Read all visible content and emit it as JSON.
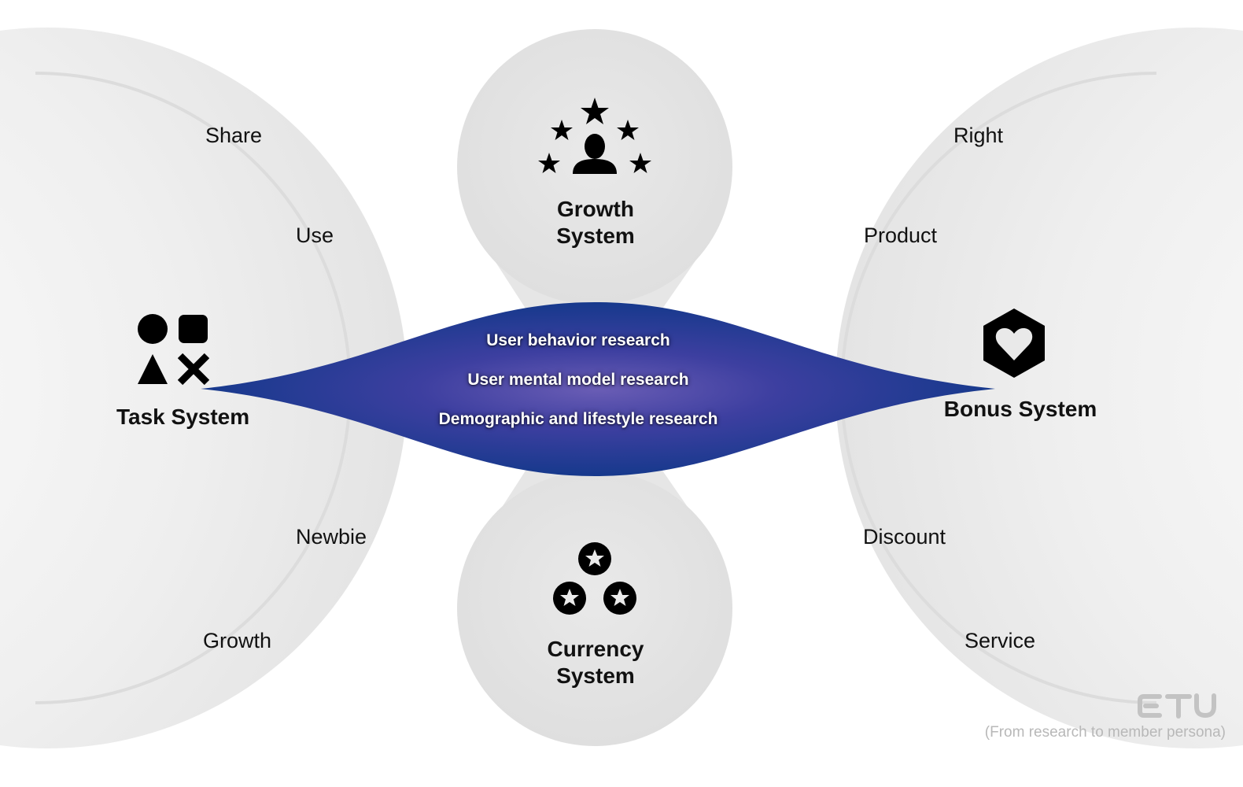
{
  "diagram": {
    "center": {
      "items": [
        "User behavior research",
        "User mental model research",
        "Demographic and lifestyle research"
      ],
      "color": "#1e3a8f"
    },
    "left_system": {
      "title": "Task System",
      "icon": "shapes-icon",
      "spokes": [
        "Share",
        "Use",
        "Newbie",
        "Growth"
      ]
    },
    "right_system": {
      "title": "Bonus System",
      "icon": "hexagon-heart-icon",
      "spokes": [
        "Right",
        "Product",
        "Discount",
        "Service"
      ]
    },
    "top_system": {
      "title_line1": "Growth",
      "title_line2": "System",
      "icon": "person-stars-icon"
    },
    "bottom_system": {
      "title_line1": "Currency",
      "title_line2": "System",
      "icon": "star-coins-icon"
    },
    "branding": {
      "logo": "ETU",
      "subtitle": "(From research to member persona)"
    }
  }
}
